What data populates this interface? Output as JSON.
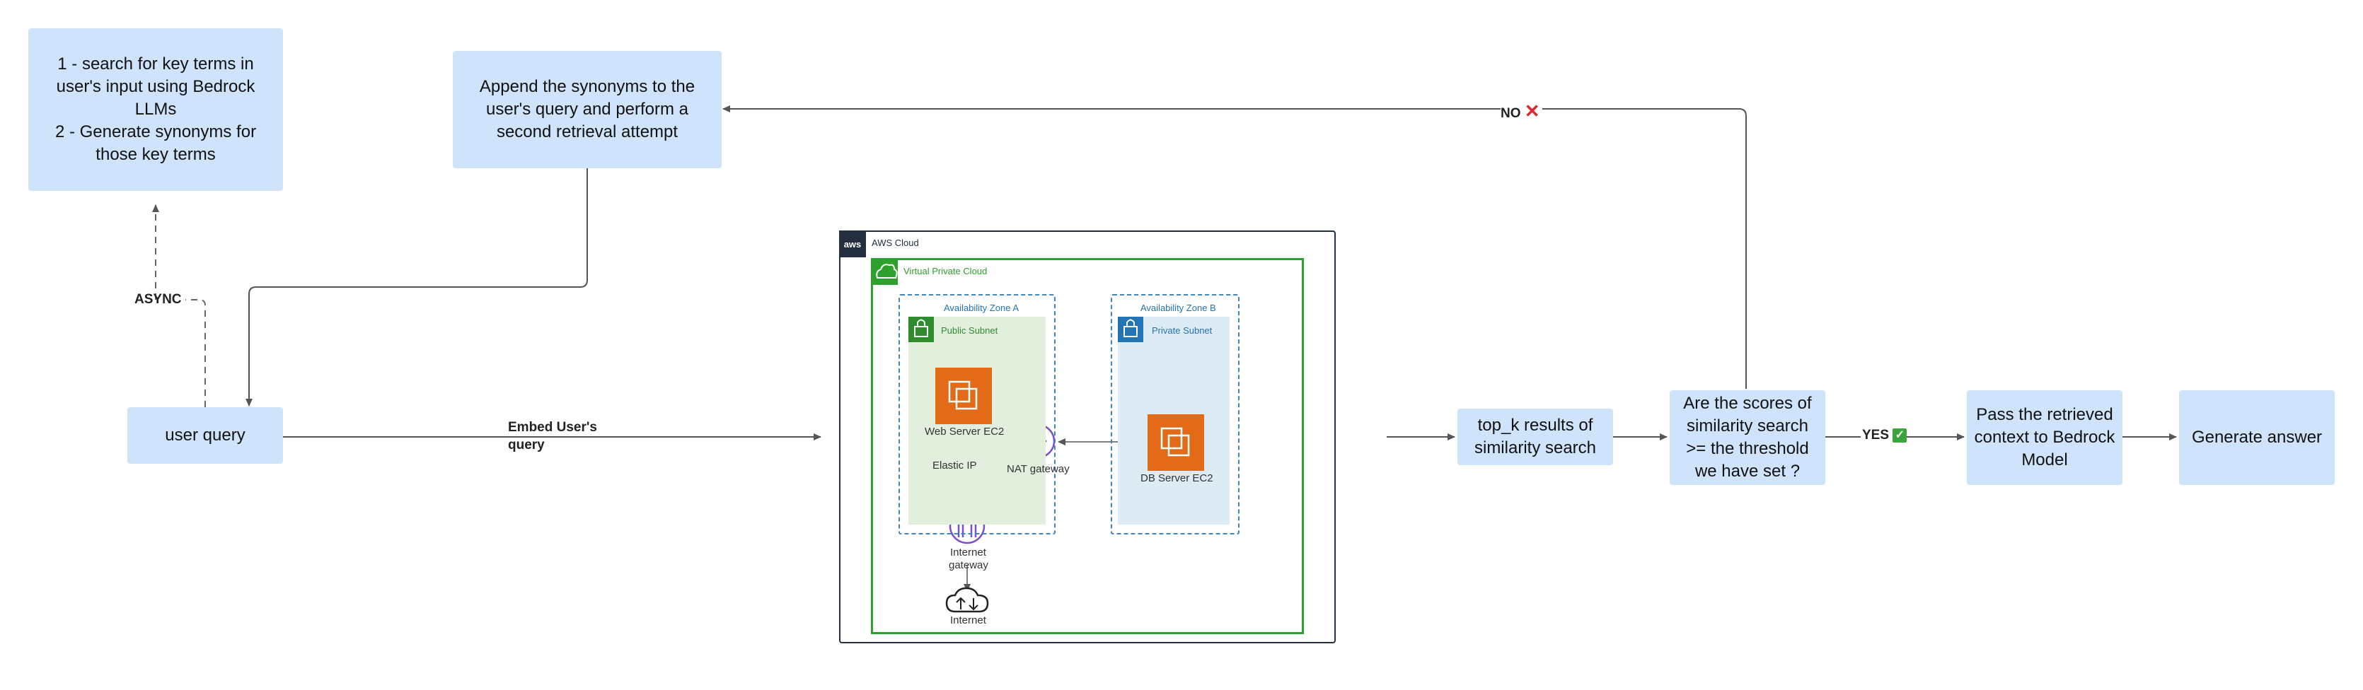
{
  "boxes": {
    "async_task": "1 - search for key terms in user's input using Bedrock LLMs\n2 - Generate synonyms for those key terms",
    "append_synonyms": "Append the synonyms to the user's query and perform a second retrieval attempt",
    "user_query": "user query",
    "top_k": "top_k results of similarity search",
    "scores_check": "Are the scores of similarity search >= the threshold we have set ?",
    "pass_context": "Pass the retrieved context to Bedrock Model",
    "generate_answer": "Generate answer"
  },
  "edges": {
    "async": "ASYNC",
    "embed_line1": "Embed User's",
    "embed_line2": "query",
    "no": "NO",
    "no_mark": "✕",
    "yes": "YES",
    "yes_mark": "✓"
  },
  "aws": {
    "logo": "aws",
    "cloud": "AWS Cloud",
    "vpc": "Virtual Private Cloud",
    "az_a": "Availability Zone A",
    "az_b": "Availability Zone B",
    "public_subnet": "Public Subnet",
    "private_subnet": "Private Subnet",
    "web_server": "Web Server EC2",
    "elastic_ip": "Elastic IP",
    "nat_gateway": "NAT gateway",
    "db_server": "DB Server EC2",
    "internet_gateway_line1": "Internet",
    "internet_gateway_line2": "gateway",
    "internet": "Internet"
  },
  "colors": {
    "box_fill": "#cfe4fb",
    "aws_dark": "#232f3e",
    "vpc_green": "#2ea02e",
    "az_blue": "#3d88c4",
    "ec2_orange": "#e36a17",
    "no_red": "#e0262a",
    "yes_green": "#3aa63a"
  }
}
